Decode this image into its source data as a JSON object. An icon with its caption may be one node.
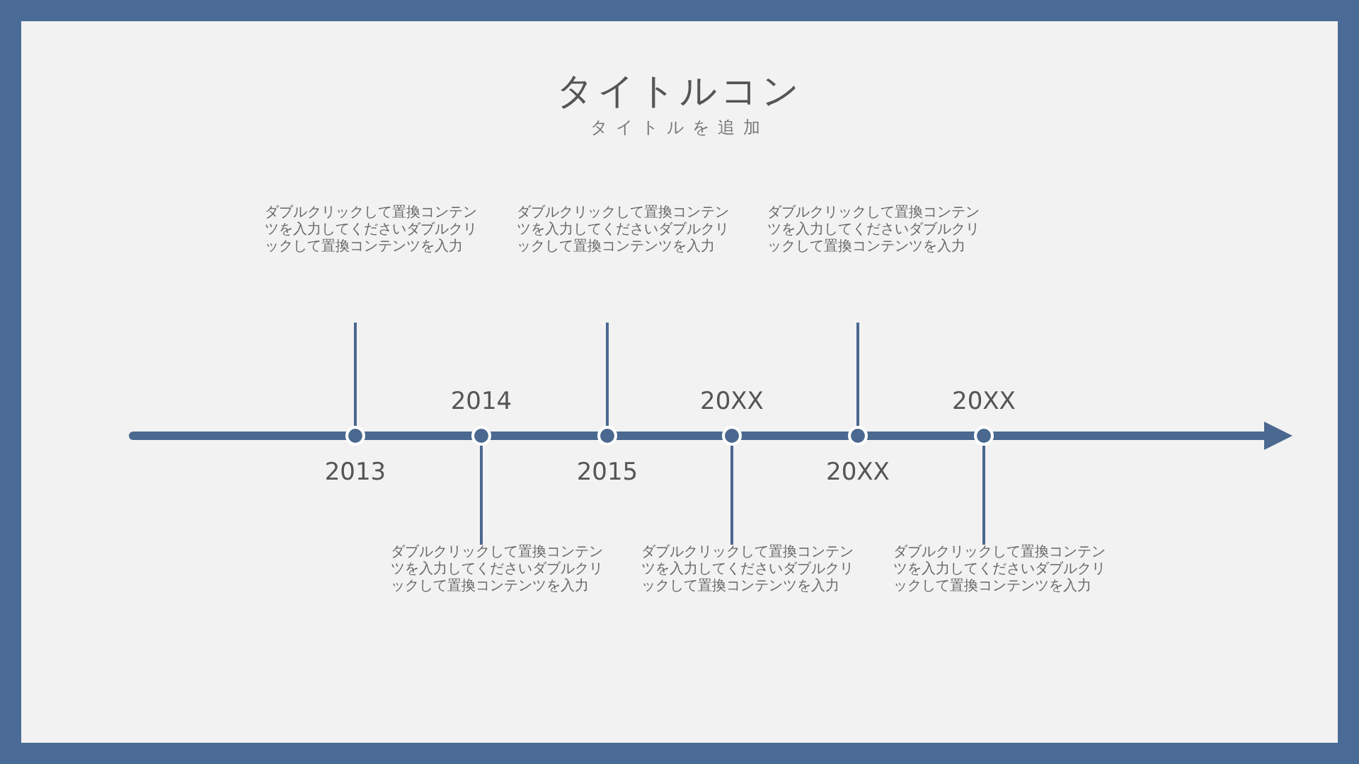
{
  "diagram": {
    "title": "タイトルコン",
    "nodes": [
      {
        "text": [],
        "shape": "circle",
        "beside": [
          "2013"
        ]
      },
      {
        "text": [],
        "shape": "circle",
        "beside": [
          "2014"
        ]
      },
      {
        "text": [],
        "shape": "circle",
        "beside": [
          "2015"
        ]
      },
      {
        "text": [],
        "shape": "circle",
        "beside": [
          "20XX"
        ]
      },
      {
        "text": [],
        "shape": "circle",
        "beside": [
          "20XX"
        ]
      },
      {
        "text": [],
        "shape": "circle",
        "beside": [
          "20XX"
        ]
      },
      {
        "text": [
          "ダブルクリックして置換コンテンツを入力してくださいダブルクリックして置換コンテンツを入力"
        ]
      },
      {
        "text": [
          "ダブルクリックして置換コンテンツを入力してくださいダブルクリックして置換コンテンツを入力"
        ]
      },
      {
        "text": [
          "ダブルクリックして置換コンテンツを入力してくださいダブルクリックして置換コンテンツを入力"
        ]
      },
      {
        "text": [
          "ダブルクリックして置換コンテンツを入力してくださいダブルクリックして置換コンテンツを入力"
        ]
      },
      {
        "text": [
          "ダブルクリックして置換コンテンツを入力してくださいダブルクリックして置換コンテンツを入力"
        ]
      },
      {
        "text": [
          "ダブルクリックして置換コンテンツを入力してくださいダブルクリックして置換コンテンツを入力"
        ]
      }
    ],
    "edges": [
      {
        "from": 6,
        "to": 0,
        "arrow": "none"
      },
      {
        "from": 7,
        "to": 2,
        "arrow": "none"
      },
      {
        "from": 8,
        "to": 4,
        "arrow": "none"
      },
      {
        "from": 9,
        "to": 1,
        "arrow": "none"
      },
      {
        "from": 10,
        "to": 3,
        "arrow": "none"
      },
      {
        "from": 11,
        "to": 5,
        "arrow": "none"
      }
    ],
    "labels": [
      "タイトルを追加"
    ]
  }
}
